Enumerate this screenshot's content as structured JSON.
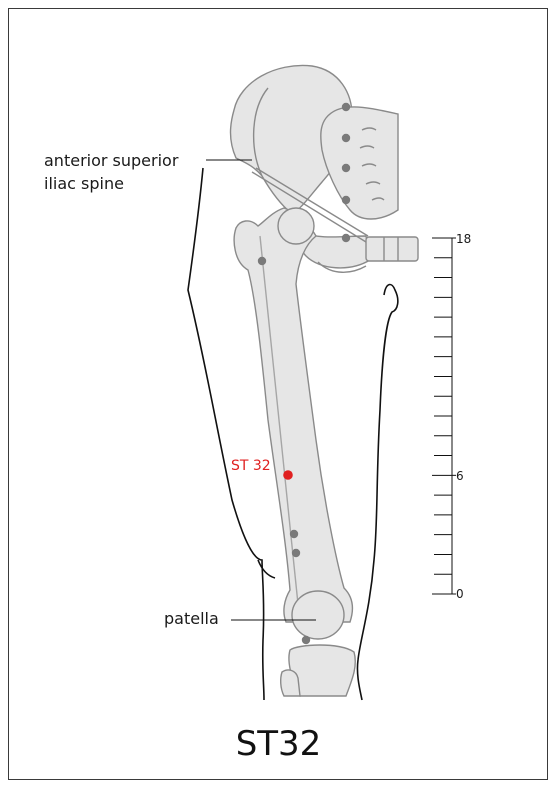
{
  "labels": {
    "asis_line1": "anterior superior",
    "asis_line2": "iliac spine",
    "patella": "patella",
    "point": "ST 32"
  },
  "scale": {
    "top": "18",
    "mid": "6",
    "bottom": "0"
  },
  "caption": "ST32",
  "colors": {
    "point": "#e02020",
    "bone_fill": "#e6e6e6",
    "bone_stroke": "#8a8a8a",
    "outline": "#111111",
    "dot": "#7a7a7a"
  }
}
